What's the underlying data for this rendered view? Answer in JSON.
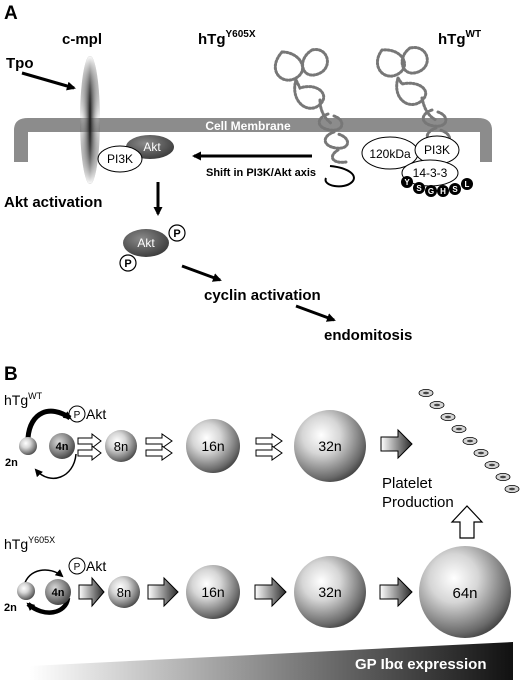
{
  "panel_a": {
    "panel_label": "A",
    "cmpl": "c-mpl",
    "tpo": "Tpo",
    "htg_y605x": {
      "base": "hTg",
      "sup": "Y605X"
    },
    "htg_wt": {
      "base": "hTg",
      "sup": "WT"
    },
    "cell_membrane": "Cell Membrane",
    "pi3k": "PI3K",
    "akt": "Akt",
    "shift_label": "Shift in PI3K/Akt axis",
    "p120": "120kDa",
    "p1433": "14-3-3",
    "motif_letters": [
      "Y",
      "S",
      "G",
      "H",
      "S",
      "L"
    ],
    "akt_activation": "Akt activation",
    "phospho": "P",
    "cyclin_activation": "cyclin activation",
    "endomitosis": "endomitosis"
  },
  "panel_b": {
    "panel_label": "B",
    "wt_label": {
      "base": "hTg",
      "sup": "WT"
    },
    "mut_label": {
      "base": "hTg",
      "sup": "Y605X"
    },
    "phospho": "P",
    "akt": "Akt",
    "ploidy": {
      "n2": "2n",
      "n4": "4n",
      "n8": "8n",
      "n16": "16n",
      "n32": "32n",
      "n64": "64n"
    },
    "platelet_line1": "Platelet",
    "platelet_line2": "Production",
    "gradient_label": "GP Ibα expression"
  }
}
